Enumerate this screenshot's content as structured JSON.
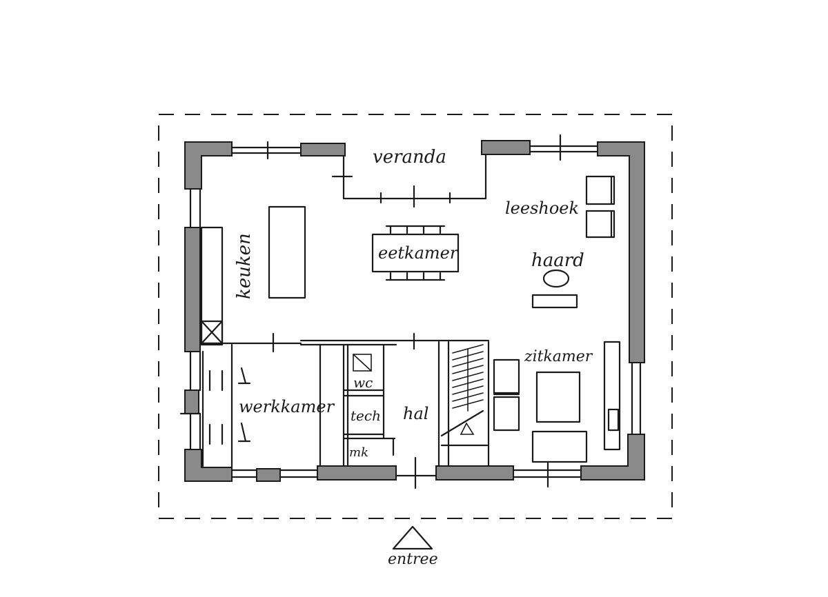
{
  "labels": {
    "veranda": "veranda",
    "leeshoek": "leeshoek",
    "eetkamer": "eetkamer",
    "haard": "haard",
    "keuken": "keuken",
    "werkkamer": "werkkamer",
    "wc": "wc",
    "tech": "tech",
    "mk": "mk",
    "hal": "hal",
    "zitkamer": "zitkamer",
    "entree": "entree"
  },
  "colors": {
    "wall": "#8a8a8a",
    "ink": "#1a1a1a",
    "paper": "#ffffff"
  }
}
